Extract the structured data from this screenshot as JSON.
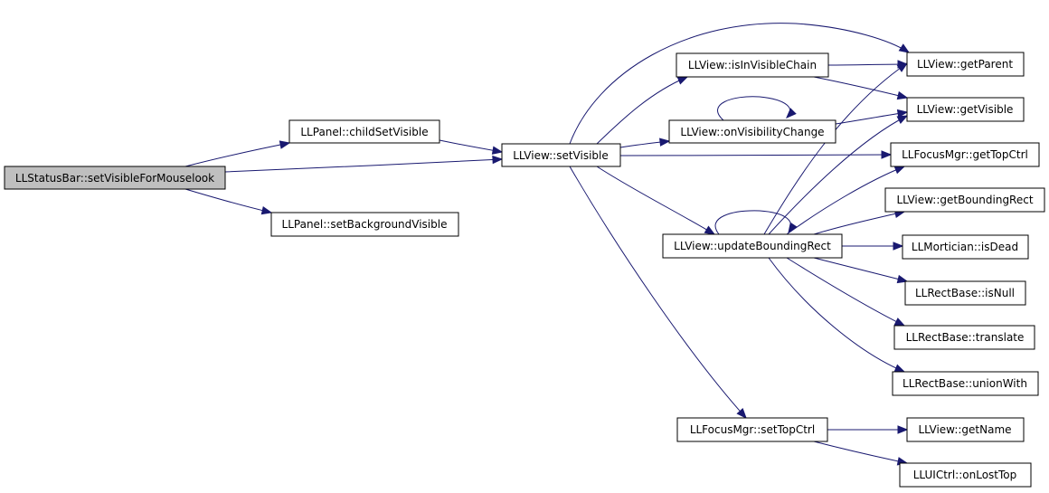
{
  "nodes": {
    "root": "LLStatusBar::setVisibleForMouselook",
    "childSetVisible": "LLPanel::childSetVisible",
    "setBackgroundVisible": "LLPanel::setBackgroundVisible",
    "setVisible": "LLView::setVisible",
    "isInVisibleChain": "LLView::isInVisibleChain",
    "onVisibilityChange": "LLView::onVisibilityChange",
    "updateBoundingRect": "LLView::updateBoundingRect",
    "setTopCtrl": "LLFocusMgr::setTopCtrl",
    "getParent": "LLView::getParent",
    "getVisible": "LLView::getVisible",
    "getTopCtrl": "LLFocusMgr::getTopCtrl",
    "getBoundingRect": "LLView::getBoundingRect",
    "isDead": "LLMortician::isDead",
    "isNull": "LLRectBase::isNull",
    "translate": "LLRectBase::translate",
    "unionWith": "LLRectBase::unionWith",
    "getName": "LLView::getName",
    "onLostTop": "LLUICtrl::onLostTop"
  },
  "colors": {
    "edge": "#191970",
    "root_fill": "#bfbfbf",
    "node_fill": "#ffffff",
    "node_border": "#000000"
  }
}
